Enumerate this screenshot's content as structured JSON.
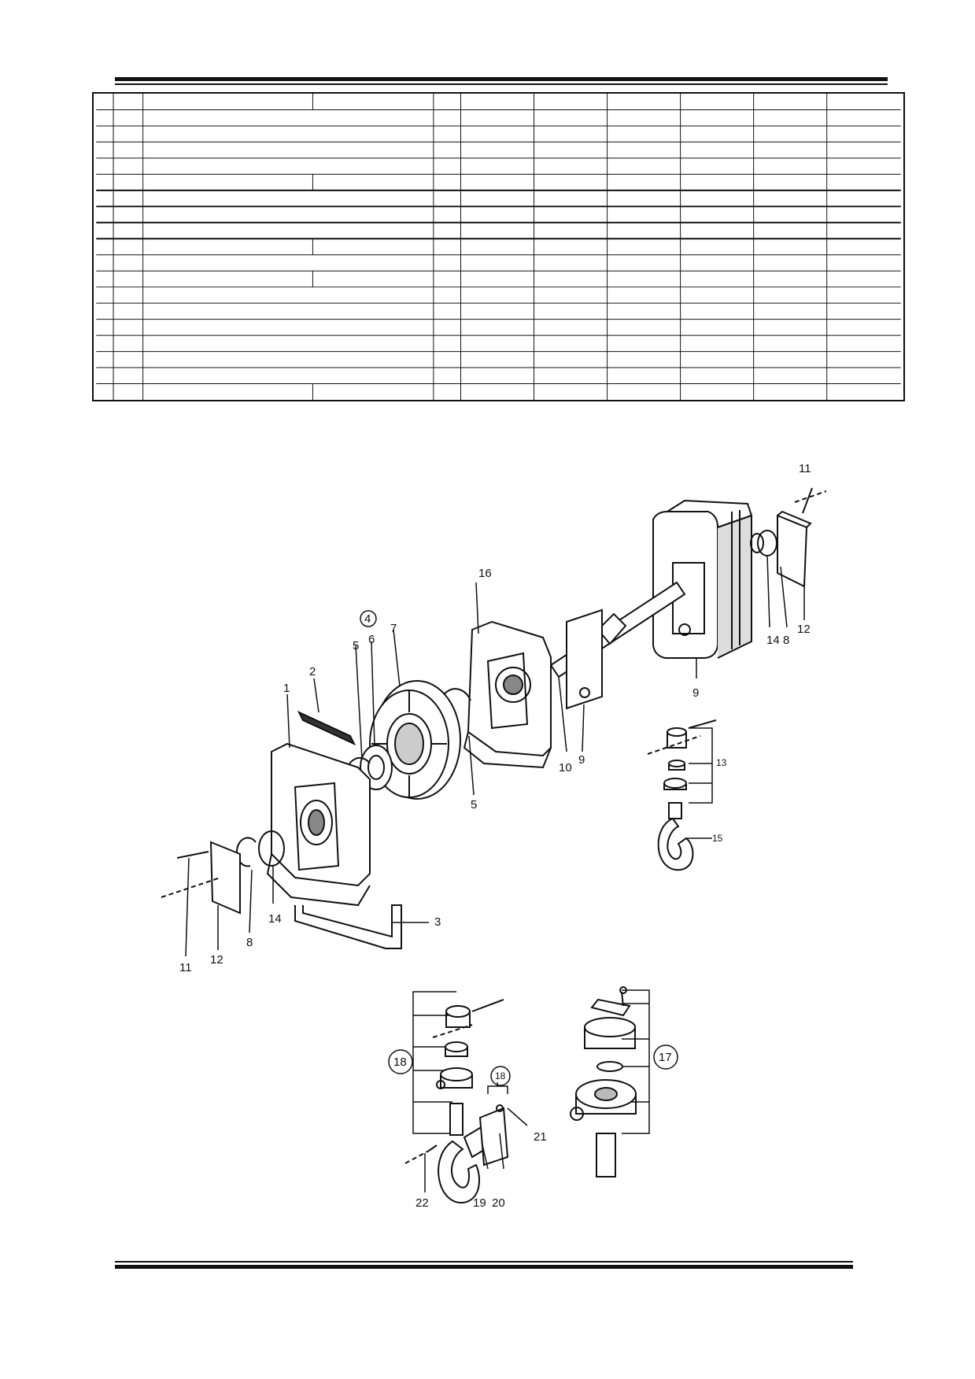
{
  "parts_table": {
    "rows": 19,
    "cells": []
  },
  "diagram": {
    "callouts": {
      "c1": "1",
      "c2": "2",
      "c3": "3",
      "c4": "4",
      "c5a": "5",
      "c5b": "5",
      "c6": "6",
      "c7": "7",
      "c8a": "8",
      "c8b": "8",
      "c9a": "9",
      "c9b": "9",
      "c10": "10",
      "c11a": "11",
      "c11b": "11",
      "c12a": "12",
      "c12b": "12",
      "c13": "13",
      "c14a": "14",
      "c14b": "14",
      "c15": "15",
      "c16": "16",
      "c17": "17",
      "c18a": "18",
      "c18b": "18",
      "c19": "19",
      "c20": "20",
      "c21": "21",
      "c22": "22"
    }
  }
}
